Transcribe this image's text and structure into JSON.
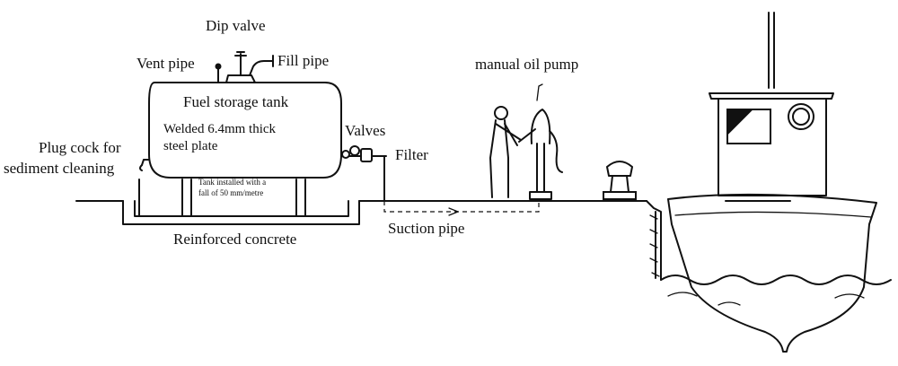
{
  "labels": {
    "dip_valve": "Dip valve",
    "vent_pipe": "Vent pipe",
    "fill_pipe": "Fill pipe",
    "manual_oil_pump": "manual oil pump",
    "fuel_storage_tank": "Fuel storage tank",
    "welded_line1": "Welded 6.4mm thick",
    "welded_line2": "steel plate",
    "valves": "Valves",
    "filter": "Filter",
    "plug_cock_line1": "Plug cock for",
    "plug_cock_line2": "sediment cleaning",
    "tank_note_line1": "Tank installed with a",
    "tank_note_line2": "fall of 50 mm/metre",
    "reinforced_concrete": "Reinforced concrete",
    "suction_pipe": "Suction pipe"
  }
}
